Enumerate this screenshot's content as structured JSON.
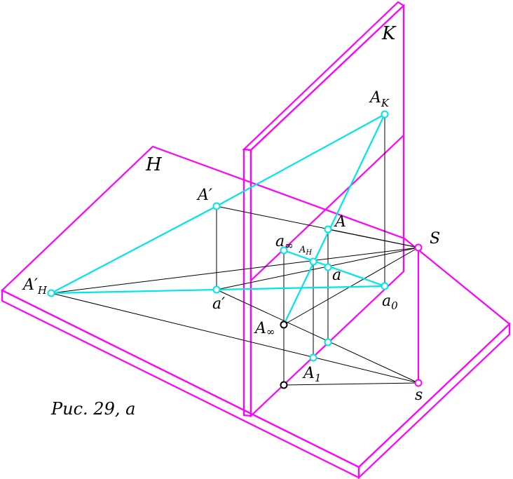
{
  "planes": {
    "horizontal": "H",
    "vertical": "K"
  },
  "points": {
    "A": "A",
    "A_prime": "A′",
    "A_K": "A",
    "A_K_sub": "K",
    "A_H_prime": "A′",
    "A_H_prime_sub": "H",
    "a_inf": "a",
    "a_inf_sub": "∞",
    "A_H_small": "A",
    "A_H_small_sub": "H",
    "a": "a",
    "a_prime": "a′",
    "a0": "a",
    "a0_sub": "0",
    "A_inf": "A",
    "A_inf_sub": "∞",
    "A1": "A",
    "A1_sub": "1",
    "S": "S",
    "s": "s"
  },
  "caption": "Рис. 29, а",
  "colors": {
    "planes": "#ff00ff",
    "cyan": "#00e6e6",
    "lines": "#000000"
  }
}
